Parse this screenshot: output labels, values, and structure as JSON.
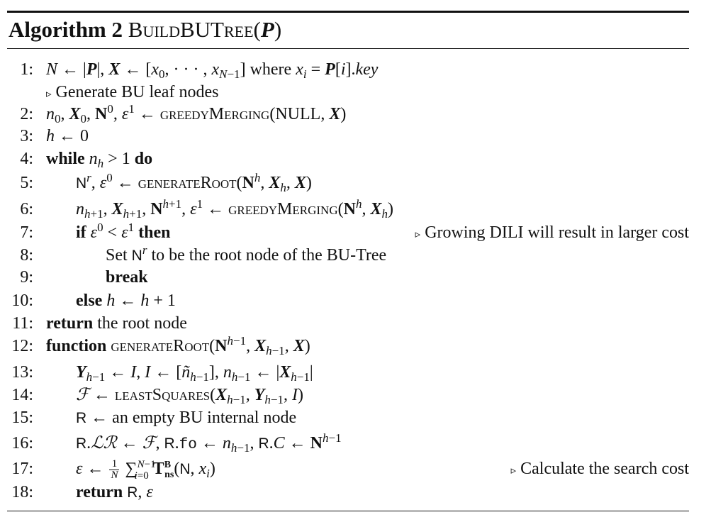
{
  "algorithm": {
    "label": "Algorithm 2",
    "name": "BuildBUTree",
    "param": "P"
  },
  "lines": [
    {
      "num": "1:",
      "text": "N ← |P|, X ← [x0, · · · , xN−1] where xi = P[i].key"
    },
    {
      "num": "",
      "comment": "Generate BU leaf nodes"
    },
    {
      "num": "2:",
      "text": "n0, X0, N0, ε1 ← greedyMerging(NULL, X)"
    },
    {
      "num": "3:",
      "text": "h ← 0"
    },
    {
      "num": "4:",
      "text": "while nh > 1 do"
    },
    {
      "num": "5:",
      "text": "Nr, ε0 ← generateRoot(Nh, Xh, X)"
    },
    {
      "num": "6:",
      "text": "nh+1, Xh+1, Nh+1, ε1 ← greedyMerging(Nh, Xh)"
    },
    {
      "num": "7:",
      "text": "if ε0 < ε1 then",
      "comment": "Growing DILI will result in larger cost"
    },
    {
      "num": "8:",
      "text": "Set Nr to be the root node of the BU-Tree"
    },
    {
      "num": "9:",
      "text": "break"
    },
    {
      "num": "10:",
      "text": "else h ← h + 1"
    },
    {
      "num": "11:",
      "text": "return the root node"
    },
    {
      "num": "12:",
      "text": "function generateRoot(Nh−1, Xh−1, X)"
    },
    {
      "num": "13:",
      "text": "Yh−1 ← I, I ← [ñh−1], nh−1 ← |Xh−1|"
    },
    {
      "num": "14:",
      "text": "F ← leastSquares(Xh−1, Yh−1, I)"
    },
    {
      "num": "15:",
      "text": "R ← an empty BU internal node"
    },
    {
      "num": "16:",
      "text": "R.LR ← F, R.fo ← nh−1, R.C ← Nh−1"
    },
    {
      "num": "17:",
      "text": "ε ← 1/N ∑ i=0..N−1 TBns(N, xi)",
      "comment": "Calculate the search cost"
    },
    {
      "num": "18:",
      "text": "return R, ε"
    }
  ],
  "tokens": {
    "where": "where",
    "key": "key",
    "NULL": "NULL",
    "while": "while",
    "do": "do",
    "if": "if",
    "then": "then",
    "set_text": "Set",
    "set_rest": "to be the root node of the BU-Tree",
    "break": "break",
    "else": "else",
    "return": "return",
    "root_node": "the root node",
    "function": "function",
    "empty_node": "an empty BU internal node",
    "fo": "fo",
    "greedy": "greedyMerging",
    "genroot": "generateRoot",
    "lsq": "leastSquares"
  }
}
